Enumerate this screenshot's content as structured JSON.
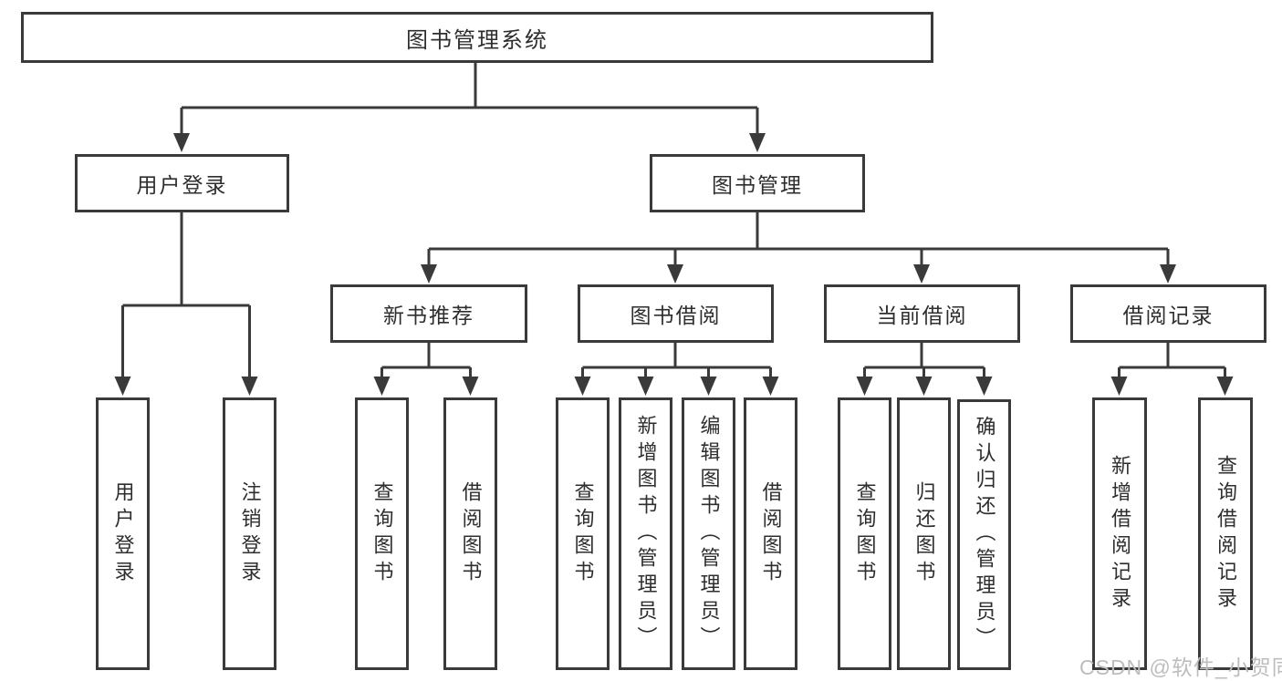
{
  "diagram": {
    "root": {
      "label": "图书管理系统"
    },
    "branches": [
      {
        "label": "用户登录",
        "children": [
          {
            "label": "用户登录"
          },
          {
            "label": "注销登录"
          }
        ]
      },
      {
        "label": "图书管理",
        "children": [
          {
            "label": "新书推荐",
            "children": [
              {
                "label": "查询图书"
              },
              {
                "label": "借阅图书"
              }
            ]
          },
          {
            "label": "图书借阅",
            "children": [
              {
                "label": "查询图书"
              },
              {
                "label": "新增图书（管理员）"
              },
              {
                "label": "编辑图书（管理员）"
              },
              {
                "label": "借阅图书"
              }
            ]
          },
          {
            "label": "当前借阅",
            "children": [
              {
                "label": "查询图书"
              },
              {
                "label": "归还图书"
              },
              {
                "label": "确认归还（管理员）"
              }
            ]
          },
          {
            "label": "借阅记录",
            "children": [
              {
                "label": "新增借阅记录"
              },
              {
                "label": "查询借阅记录"
              }
            ]
          }
        ]
      }
    ]
  },
  "watermark": {
    "text": "CSDN @软件_小贺同学"
  },
  "colors": {
    "line": "#3a3a3a",
    "box_border": "#3a3a3a",
    "text": "#2e2e2e",
    "watermark": "#bdbdbd",
    "background": "#ffffff"
  }
}
